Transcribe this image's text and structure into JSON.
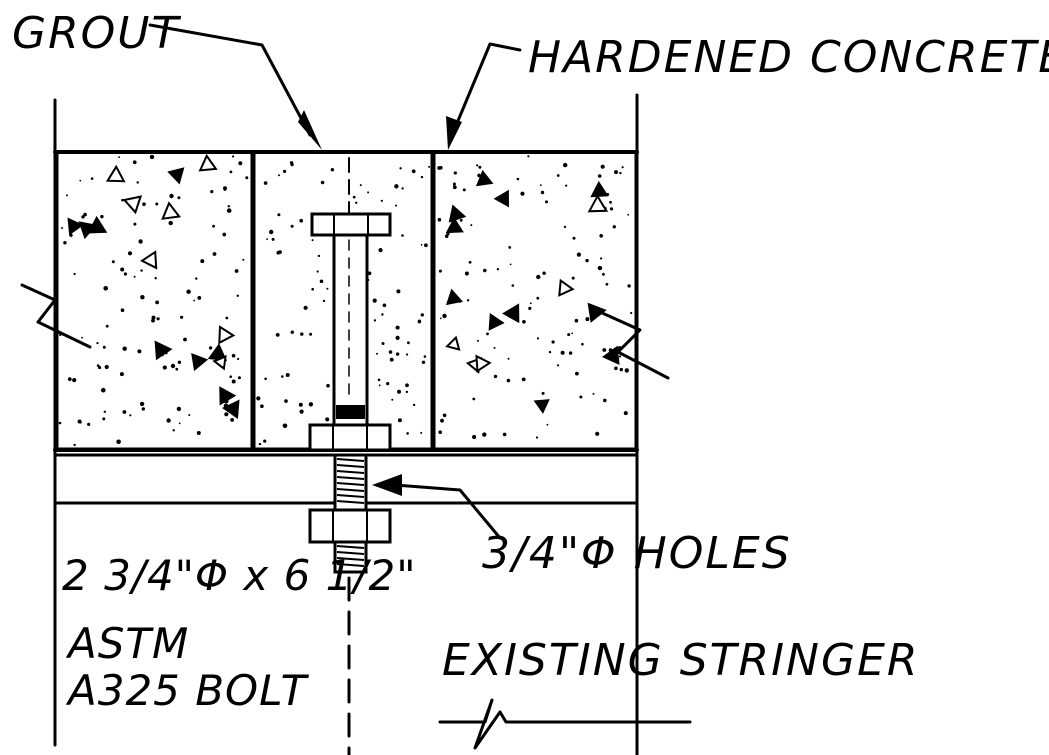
{
  "labels": {
    "grout": "GROUT",
    "hardened_concrete": "HARDENED CONCRETE",
    "holes": "3/4\"Φ HOLES",
    "bolt_size": "2 3/4\"Φ x 6 1/2\"",
    "astm": "ASTM",
    "bolt_spec": "A325 BOLT",
    "existing_stringer": "EXISTING STRINGER"
  },
  "colors": {
    "ink": "#000000",
    "paper": "#ffffff"
  }
}
